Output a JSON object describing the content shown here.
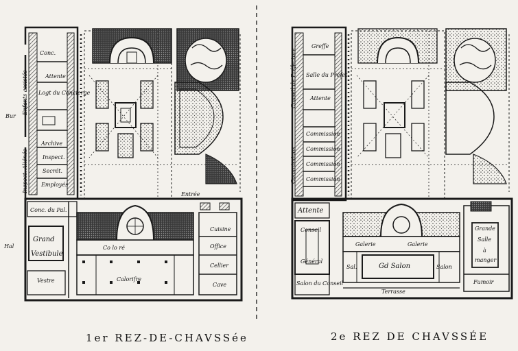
{
  "captions": {
    "left": "1er REZ-DE-CHAVSSée",
    "right": "2e REZ DE CHAVSSÉE"
  },
  "plan1": {
    "side_labels": {
      "enfants_assistes": "Enfants assistés",
      "inspect_aliene": "Inspect. Aliénés",
      "bur": "Bur",
      "hal": "Hal"
    },
    "rooms": {
      "concierge_top": "Conc.",
      "attente_small": "Attente",
      "logt_concierge": "Logt du Concierge",
      "archive": "Archive",
      "inspect": "Inspect.",
      "secret": "Secrét.",
      "employes": "Employés",
      "conc_bottom": "Conc. du Pal.",
      "entree": "Entrée",
      "grand_vestibule_1": "Grand",
      "grand_vestibule_2": "Vestibule",
      "vestiaire": "Vestre",
      "cuisine": "Cuisine",
      "office": "Office",
      "cellier": "Cellier",
      "cave": "Cave",
      "calorifere": "Calorifre",
      "corridor": "Co  lo  ré"
    }
  },
  "plan2": {
    "side_labels": {
      "conseil_prefecture": "Conseil de Préfecture",
      "commissions": "Commissions"
    },
    "rooms": {
      "greffe": "Greffe",
      "salle_prefet": "Salle du Préfet",
      "attente_top": "Attente",
      "commission_1": "Commission",
      "commission_2": "Commission",
      "commission_3": "Commission",
      "commission_4": "Commission",
      "attente_bottom": "Attente",
      "conseil": "Conseil",
      "general": "Général",
      "salon_conseil": "Salon du Conseil",
      "galerie_left": "Galerie",
      "galerie_right": "Galerie",
      "salle_left": "Sal.",
      "grand_salon": "Gd Salon",
      "salon_right": "Salon",
      "grande_salle_1": "Grande",
      "grande_salle_2": "Salle",
      "grande_salle_3": "à",
      "grande_salle_4": "manger",
      "fumoir": "Fumoir",
      "terrasse": "Terrasse"
    }
  },
  "colors": {
    "ink": "#1a1a1a",
    "paper": "#f3f1ec",
    "hatch": "#555555"
  }
}
